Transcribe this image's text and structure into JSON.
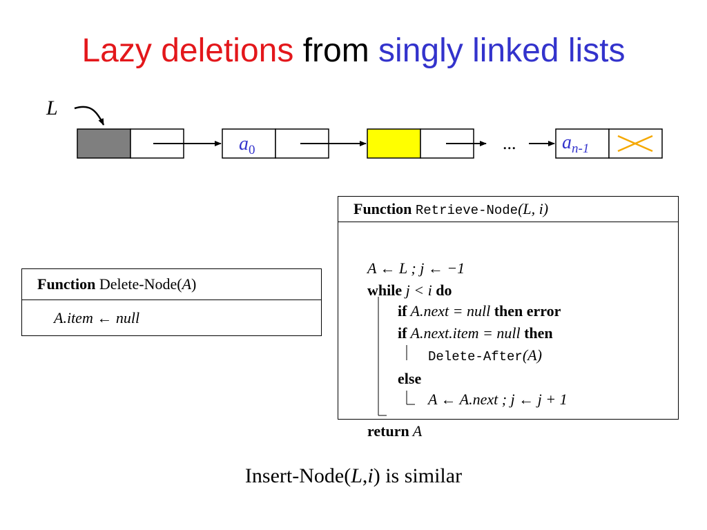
{
  "title": {
    "part1": "Lazy deletions",
    "part2": "from",
    "part3": "singly linked lists",
    "color1": "#e3171b",
    "color2": "#000000",
    "color3": "#3333cc"
  },
  "diagram": {
    "pointer_label": "L",
    "node0_label_base": "a",
    "node0_label_sub": "0",
    "ellipsis": "...",
    "last_label_base": "a",
    "last_label_sub": "n-1",
    "sentinel_color": "#7f7f7f",
    "deleted_color": "#ffff00",
    "null_cross_color": "#f5a800"
  },
  "delete_node": {
    "kw_function": "Function",
    "name": "Delete-Node(",
    "param": "A",
    "close": ")",
    "body_var": "A",
    "body_field": ".item",
    "body_arrow": " ← ",
    "body_value": "null"
  },
  "retrieve_node": {
    "kw_function": "Function",
    "name": "Retrieve-Node",
    "params": "(L, i)",
    "line1": "A ← L ; j ← −1",
    "line2_kw1": "while",
    "line2_cond": " j < i ",
    "line2_kw2": "do",
    "line3_kw1": "if",
    "line3_cond": " A.next = null ",
    "line3_kw2": "then error",
    "line4_kw1": "if",
    "line4_cond": " A.next.item = null ",
    "line4_kw2": "then",
    "line5_fn": "Delete-After",
    "line5_args": "(A)",
    "line6_kw": "else",
    "line7": "A ← A.next ; j ← j + 1",
    "line8_kw": "return",
    "line8_val": " A"
  },
  "footer": {
    "prefix": "Insert-Node(",
    "arg1": "L",
    "comma": ",",
    "arg2": "i",
    "suffix": ") is similar"
  }
}
